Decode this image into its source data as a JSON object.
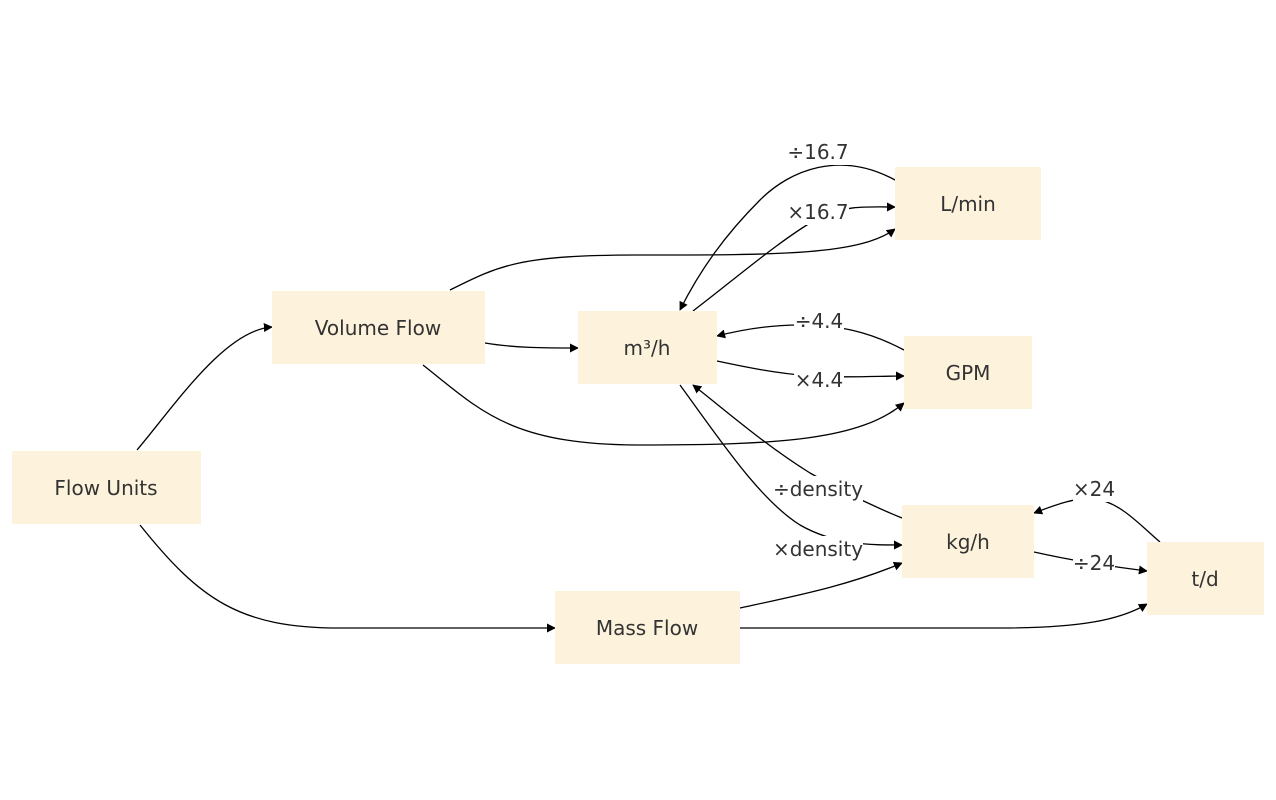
{
  "diagram": {
    "nodes": {
      "flow_units": "Flow Units",
      "volume_flow": "Volume Flow",
      "mass_flow": "Mass Flow",
      "m3h": "m³/h",
      "lmin": "L/min",
      "gpm": "GPM",
      "kgh": "kg/h",
      "td": "t/d"
    },
    "edge_labels": {
      "lmin_to_m3h": "÷16.7",
      "m3h_to_lmin": "×16.7",
      "gpm_to_m3h": "÷4.4",
      "m3h_to_gpm": "×4.4",
      "kgh_to_m3h": "÷density",
      "m3h_to_kgh": "×density",
      "td_to_kgh": "×24",
      "kgh_to_td": "÷24"
    },
    "colors": {
      "node_fill": "#fdf3dc",
      "edge": "#000000",
      "text": "#333333"
    }
  }
}
